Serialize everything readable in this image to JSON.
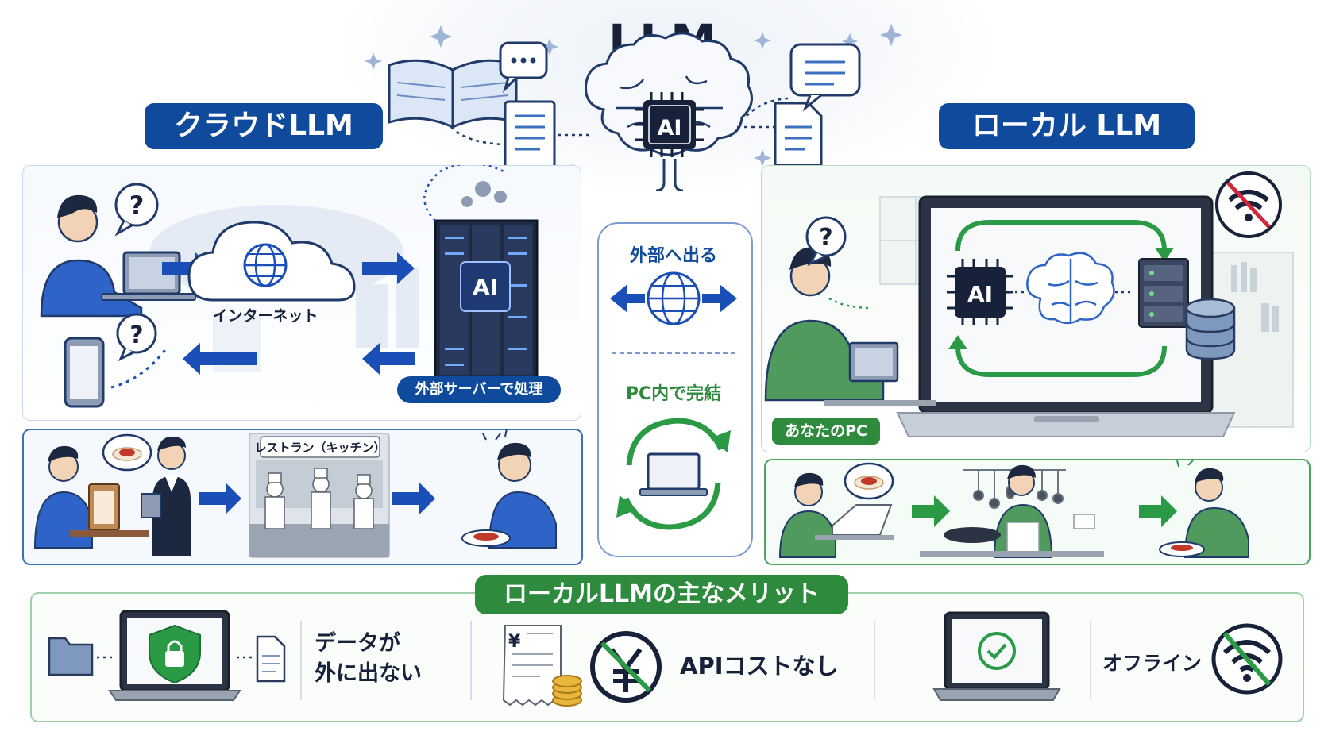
{
  "title": "LLM",
  "cloud": {
    "heading": "クラウドLLM",
    "internet_label": "インターネット",
    "server_label": "外部サーバーで処理",
    "ai_label": "AI",
    "question_mark": "?",
    "restaurant_label": "レストラン（キッチン）"
  },
  "middle": {
    "top_label": "外部へ出る",
    "bottom_label": "PC内で完結"
  },
  "local": {
    "heading": "ローカル LLM",
    "pc_label": "あなたのPC",
    "ai_label": "AI",
    "question_mark": "?"
  },
  "benefits": {
    "heading": "ローカルLLMの主なメリット",
    "items": [
      {
        "label_line1": "データが",
        "label_line2": "外に出ない",
        "icon": "shield-lock-icon"
      },
      {
        "label": "APIコストなし",
        "icon": "no-yen-icon",
        "receipt_symbol": "¥"
      },
      {
        "label": "オフライン",
        "icon": "no-wifi-icon"
      }
    ]
  },
  "brain_chip_label": "AI",
  "colors": {
    "brand_blue": "#0f4a9c",
    "brand_green": "#2e8b3e",
    "arrow_blue": "#1a4fb8",
    "arrow_green": "#2a9a45",
    "no_red": "#d2263a"
  }
}
